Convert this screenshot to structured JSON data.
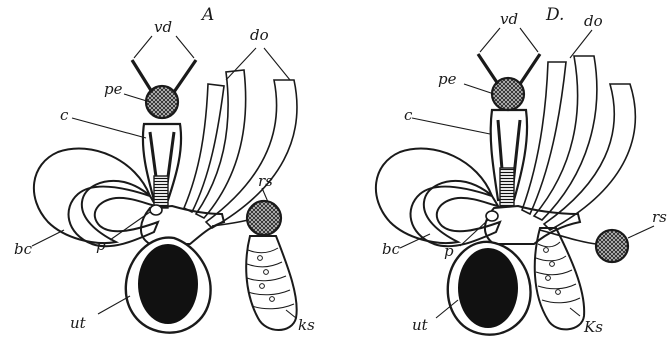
{
  "panels": [
    {
      "letter": "A",
      "labels": {
        "vd": "vd",
        "do": "do",
        "pe": "pe",
        "c": "c",
        "rs": "rs",
        "bc": "bc",
        "p": "p",
        "ut": "ut",
        "ks": "ks"
      }
    },
    {
      "letter": "D.",
      "labels": {
        "vd": "vd",
        "do": "do",
        "pe": "pe",
        "c": "c",
        "rs": "rs",
        "bc": "bc",
        "p": "p",
        "ut": "ut",
        "ks": "Ks"
      }
    }
  ],
  "colors": {
    "ink": "#1a1a1a",
    "stipple": "#d9d9d9",
    "dark_mass": "#111111",
    "paper": "#ffffff"
  }
}
